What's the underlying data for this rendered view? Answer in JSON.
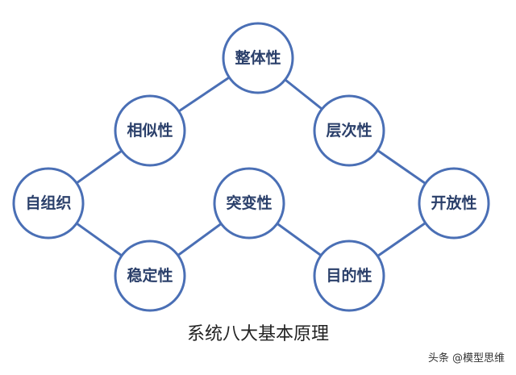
{
  "diagram": {
    "title": "系统八大基本原理",
    "nodes": [
      {
        "id": "n1",
        "label": "整体性"
      },
      {
        "id": "n2",
        "label": "相似性"
      },
      {
        "id": "n3",
        "label": "层次性"
      },
      {
        "id": "n4",
        "label": "自组织"
      },
      {
        "id": "n5",
        "label": "突变性"
      },
      {
        "id": "n6",
        "label": "开放性"
      },
      {
        "id": "n7",
        "label": "稳定性"
      },
      {
        "id": "n8",
        "label": "目的性"
      }
    ],
    "edges": [
      [
        "n1",
        "n2"
      ],
      [
        "n1",
        "n3"
      ],
      [
        "n2",
        "n4"
      ],
      [
        "n3",
        "n6"
      ],
      [
        "n4",
        "n7"
      ],
      [
        "n7",
        "n5"
      ],
      [
        "n5",
        "n8"
      ],
      [
        "n8",
        "n6"
      ]
    ],
    "colors": {
      "stroke": "#4a6fb5",
      "text": "#2a3f6a"
    }
  },
  "watermark": "头条 @模型思维"
}
